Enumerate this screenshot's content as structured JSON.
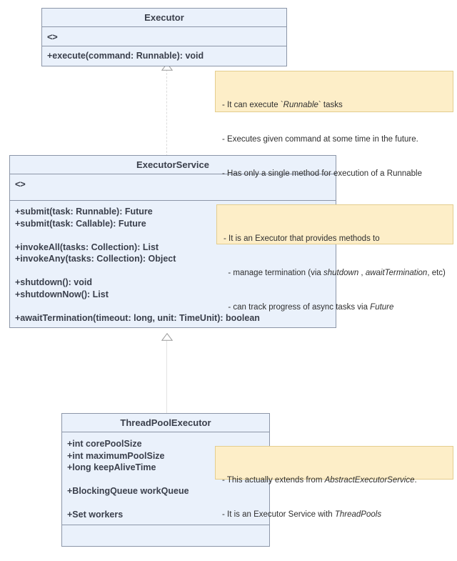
{
  "diagram": {
    "type": "uml-class-diagram",
    "background": "#ffffff",
    "class_fill": "#eaf1fb",
    "class_border": "#8c96a8",
    "note_fill": "#fdeec8",
    "note_border": "#e4cd8e",
    "connector_color": "#d6d6d6"
  },
  "classes": {
    "executor": {
      "name": "Executor",
      "stereotype": "<>",
      "members": "+execute(command: Runnable): void"
    },
    "executor_service": {
      "name": "ExecutorService",
      "stereotype": "<>",
      "members": "+submit(task: Runnable): Future\n+submit(task: Callable): Future\n\n+invokeAll(tasks: Collection): List\n+invokeAny(tasks: Collection): Object\n\n+shutdown(): void\n+shutdownNow(): List\n\n+awaitTermination(timeout: long, unit: TimeUnit): boolean"
    },
    "thread_pool_executor": {
      "name": "ThreadPoolExecutor",
      "members": "+int corePoolSize\n+int maximumPoolSize\n+long keepAliveTime\n\n+BlockingQueue workQueue\n\n+Set workers",
      "operations": ""
    }
  },
  "notes": {
    "executor_note": {
      "lines": [
        "- It can execute `Runnable` tasks",
        "- Executes given command at some time in the future.",
        "- Has only a single method for execution of a Runnable"
      ],
      "italic_terms": [
        "Runnable"
      ]
    },
    "executor_service_note": {
      "lines": [
        "- It is an Executor that provides methods to",
        "   - manage termination (via shutdown , awaitTermination, etc)",
        "   - can track progress of async tasks via Future"
      ],
      "italic_terms": [
        "shutdown",
        "awaitTermination",
        "Future"
      ]
    },
    "thread_pool_executor_note": {
      "lines": [
        "- This actually extends from AbstractExecutorService.",
        "- It is an Executor Service with ThreadPools"
      ],
      "italic_terms": [
        "AbstractExecutorService",
        "ThreadPools"
      ]
    }
  },
  "relationships": [
    {
      "name": "executor-service-realizes-executor",
      "from": "ExecutorService",
      "to": "Executor",
      "kind": "realization"
    },
    {
      "name": "thread-pool-executor-realizes-executor-service",
      "from": "ThreadPoolExecutor",
      "to": "ExecutorService",
      "kind": "realization"
    }
  ]
}
